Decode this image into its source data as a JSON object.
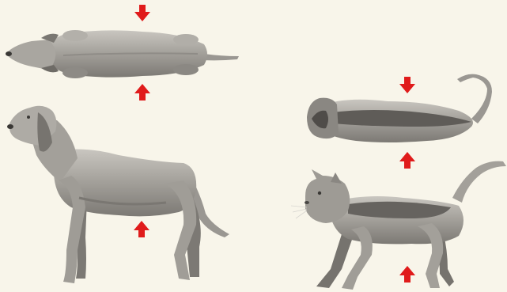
{
  "figure": {
    "background": "#f8f5ea",
    "arrow_color": "#e01b1b",
    "body_color": "#a6a39d",
    "shade_color": "#6e6b66",
    "panels": [
      {
        "animal": "dog",
        "views": [
          "top-view",
          "side-view"
        ],
        "arrows": 3
      },
      {
        "animal": "cat",
        "views": [
          "top-view",
          "side-view"
        ],
        "arrows": 3
      }
    ]
  }
}
